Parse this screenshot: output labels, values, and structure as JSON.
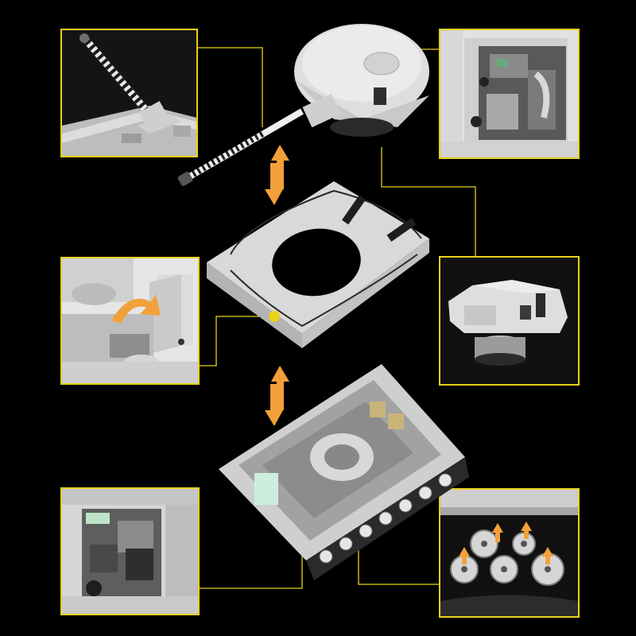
{
  "colors": {
    "background": "#000000",
    "callout_frame": "#e8d21a",
    "brick_light": "#dcdcdc",
    "brick_mid": "#b9b9b9",
    "brick_dark": "#3a3a3a",
    "arrow_orange": "#f2a13a"
  },
  "parts": [
    "turret",
    "upper-hull-plate",
    "lower-hull-chassis"
  ],
  "callouts": [
    "gun-barrel-detail",
    "turret-hatch-interior",
    "hinged-engine-deck",
    "turret-ring-base",
    "driver-compartment",
    "suspension-road-wheels"
  ],
  "icons": [
    "swap-vertical-arrow",
    "rotate-arrow",
    "spring-arrow"
  ]
}
